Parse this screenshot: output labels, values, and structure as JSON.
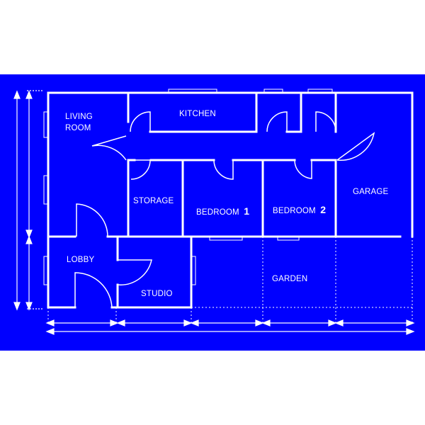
{
  "colors": {
    "background": "#0000ff",
    "page": "#ffffff",
    "line": "#ffffff"
  },
  "rooms": {
    "living_room": {
      "line1": "LIVING",
      "line2": "ROOM"
    },
    "kitchen": {
      "label": "KITCHEN"
    },
    "storage": {
      "label": "STORAGE"
    },
    "bedroom_1": {
      "label": "BEDROOM",
      "number": "1"
    },
    "bedroom_2": {
      "label": "BEDROOM",
      "number": "2"
    },
    "garage": {
      "label": "GARAGE"
    },
    "lobby": {
      "label": "LOBBY"
    },
    "studio": {
      "label": "STUDIO"
    },
    "garden": {
      "label": "GARDEN"
    }
  }
}
